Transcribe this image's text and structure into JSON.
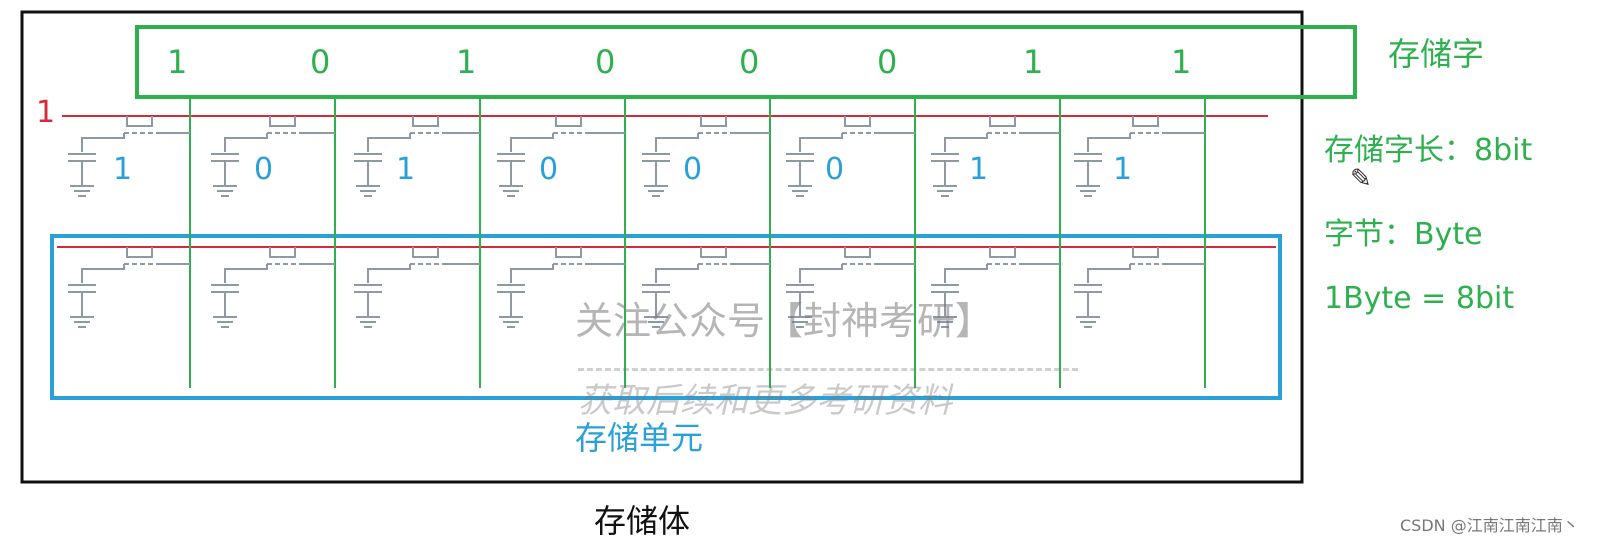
{
  "word_bits": [
    "1",
    "0",
    "1",
    "0",
    "0",
    "0",
    "1",
    "1"
  ],
  "cell_bits": [
    "1",
    "0",
    "1",
    "0",
    "0",
    "0",
    "1",
    "1"
  ],
  "row_select_label": "1",
  "labels": {
    "storage_word": "存储字",
    "word_length": "存储字长：8bit",
    "byte_def": "字节：Byte",
    "byte_eq": "1Byte = 8bit",
    "storage_cell": "存储单元",
    "storage_body": "存储体"
  },
  "watermark": {
    "line1": "关注公众号【封神考研】",
    "line2": "获取后续和更多考研资料"
  },
  "footer_credit": "CSDN @江南江南江南丶",
  "colors": {
    "word_frame": "#2fb04f",
    "cell_frame": "#2aa0d8",
    "select_line": "#d42a3a",
    "circuit": "#8d9aa6",
    "bit_text": "#2aa0d8"
  }
}
